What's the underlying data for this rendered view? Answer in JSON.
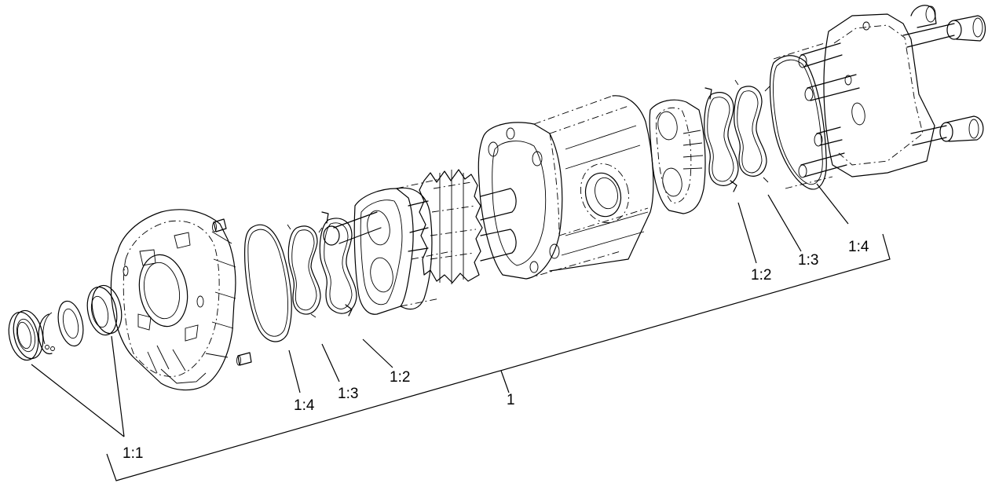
{
  "diagram": {
    "type": "exploded-parts-view",
    "subject": "gear pump assembly",
    "background": "#ffffff",
    "line_color": "#000000",
    "labels": {
      "assembly": "1",
      "seal_kit_front": "1:1",
      "left_1_2": "1:2",
      "left_1_3": "1:3",
      "left_1_4": "1:4",
      "right_1_2": "1:2",
      "right_1_3": "1:3",
      "right_1_4": "1:4",
      "bottom_1_1": "1:1"
    },
    "parts": [
      {
        "id": "shaft-seal",
        "callout": "1:1"
      },
      {
        "id": "retaining-ring",
        "callout": "1:1"
      },
      {
        "id": "washer",
        "callout": "1:1"
      },
      {
        "id": "seal-ring",
        "callout": "1:1"
      },
      {
        "id": "front-cover",
        "callout": ""
      },
      {
        "id": "dowel-pins",
        "callout": ""
      },
      {
        "id": "o-ring-front",
        "callout": "1:4"
      },
      {
        "id": "backup-seal-front",
        "callout": "1:3"
      },
      {
        "id": "wear-plate-seal-front",
        "callout": "1:2"
      },
      {
        "id": "bearing-block-front",
        "callout": ""
      },
      {
        "id": "gear-set",
        "callout": ""
      },
      {
        "id": "pump-body",
        "callout": ""
      },
      {
        "id": "bearing-block-rear",
        "callout": ""
      },
      {
        "id": "wear-plate-seal-rear",
        "callout": "1:2"
      },
      {
        "id": "backup-seal-rear",
        "callout": "1:3"
      },
      {
        "id": "o-ring-rear",
        "callout": "1:4"
      },
      {
        "id": "rear-cover-with-bolts",
        "callout": ""
      }
    ]
  }
}
